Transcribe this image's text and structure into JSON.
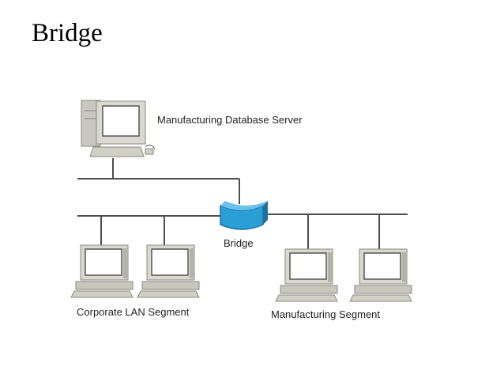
{
  "title": "Bridge",
  "labels": {
    "server": "Manufacturing Database Server",
    "bridge": "Bridge",
    "corporate_segment": "Corporate LAN Segment",
    "manufacturing_segment": "Manufacturing Segment"
  },
  "colors": {
    "bridge_fill": "#2a9fd6",
    "bridge_dark": "#1f6fa0",
    "computer_body": "#d9d9cf",
    "computer_shadow": "#9a9a90",
    "screen": "#ffffff",
    "wire": "#4d4d4d"
  }
}
